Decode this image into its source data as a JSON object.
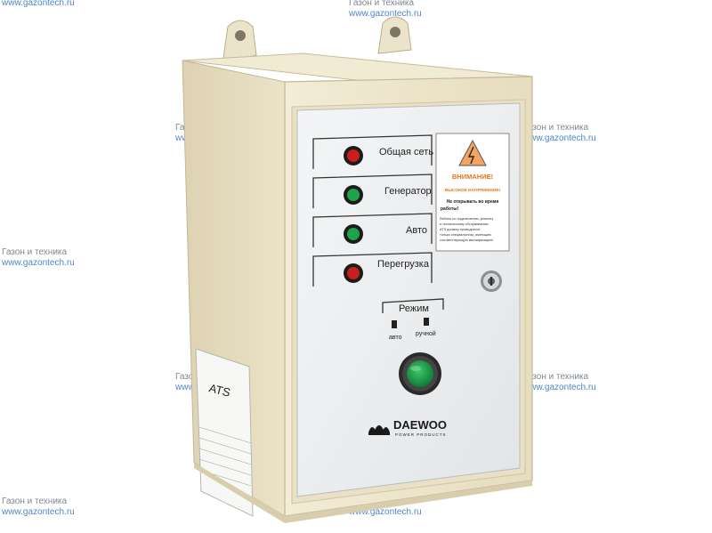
{
  "watermark": {
    "line1": "Газон и техника",
    "line2": "www.gazontech.ru"
  },
  "panel": {
    "indicators": [
      {
        "label": "Общая сеть",
        "lamp_color": "#c81e1e"
      },
      {
        "label": "Генератор",
        "lamp_color": "#1fa34a"
      },
      {
        "label": "Авто",
        "lamp_color": "#1fa34a"
      },
      {
        "label": "Перегрузка",
        "lamp_color": "#c81e1e"
      }
    ],
    "warning": {
      "title": "ВНИМАНИЕ!",
      "subtitle": "ВЫСОКОЕ НАПРЯЖЕНИЕ!",
      "line1": "Не открывать во время",
      "line2": "работы!",
      "body": [
        "Работы по подключению, ремонту",
        "и техническому обслуживанию",
        "ATS должны проводиться",
        "только специалистом, имеющим",
        "соответствующую квалификацию!"
      ],
      "accent_color": "#e8731a"
    },
    "mode": {
      "title": "Режим",
      "auto": "авто",
      "manual": "ручной"
    },
    "brand": {
      "name": "DAEWOO",
      "tagline": "POWER PRODUCTS"
    }
  },
  "side_label": {
    "title": "ATS"
  },
  "colors": {
    "cabinet": "#efe7cf",
    "panel": "#eceef0"
  }
}
